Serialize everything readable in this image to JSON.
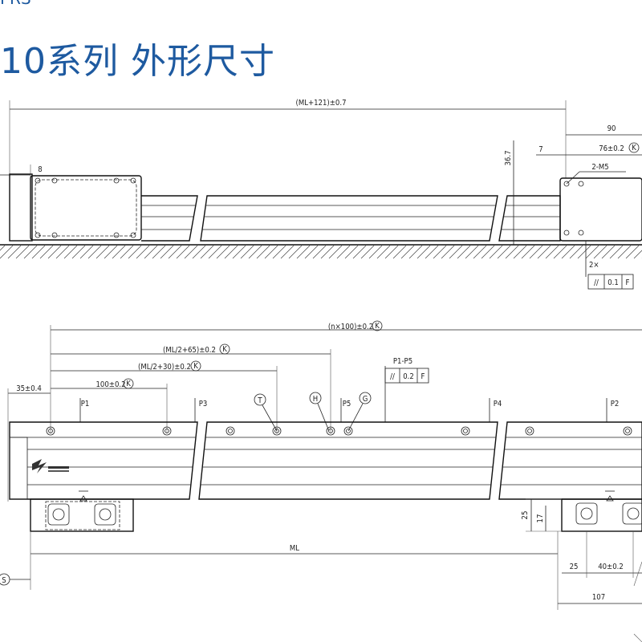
{
  "header": {
    "title": "10系列  外形尺寸",
    "top_fragment": "PRS"
  },
  "top_view": {
    "overall_length": "(ML+121)±0.7",
    "width_90": "90",
    "offset_7": "7",
    "pitch_76": "76±0.2",
    "height_367": "36.7",
    "left_8": "8",
    "thread": "2-M5",
    "tol_count": "2×",
    "tol_sym": "//",
    "tol_value": "0.1",
    "tol_ref": "F",
    "datum_k": "K"
  },
  "bottom_view": {
    "n_pitch": "(n×100)±0.2",
    "ml2_65": "(ML/2+65)±0.2",
    "ml2_30": "(ML/2+30)±0.2",
    "pitch_100": "100±0.2",
    "left_35": "35±0.4",
    "p1_p5": "P1-P5",
    "tol_sym": "//",
    "tol_value": "0.2",
    "tol_ref": "F",
    "p1": "P1",
    "p2": "P2",
    "p3": "P3",
    "p4": "P4",
    "p5": "P5",
    "circle_t": "T",
    "circle_h": "H",
    "circle_g": "G",
    "circle_s": "S",
    "ml": "ML",
    "dim_25v": "25",
    "dim_17": "17",
    "dim_25h": "25",
    "dim_40": "40±0.2",
    "dim_107": "107",
    "datum_k": "K"
  }
}
